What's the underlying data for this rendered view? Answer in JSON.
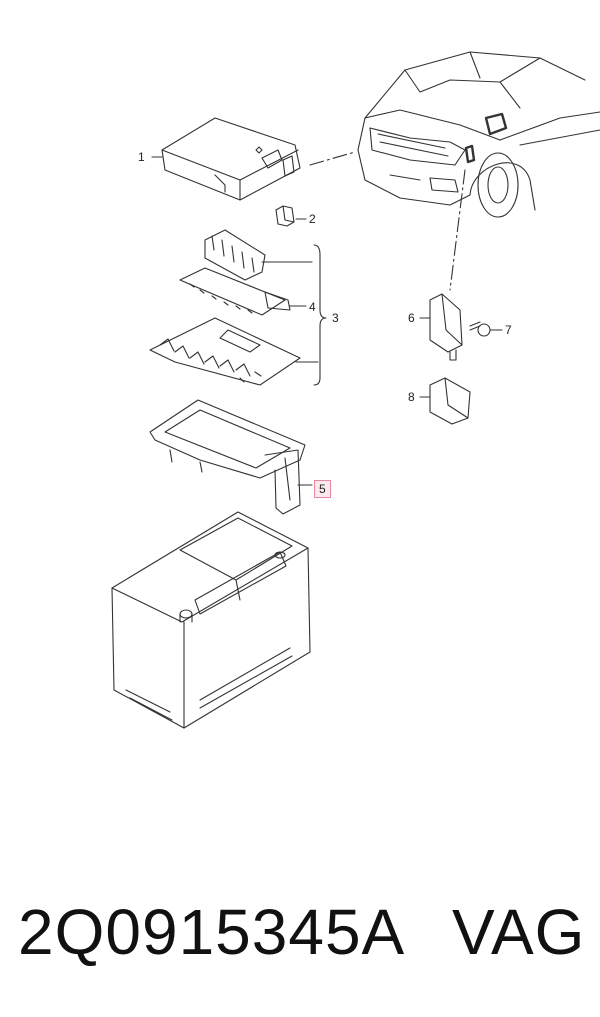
{
  "diagram": {
    "callouts": [
      {
        "id": "1",
        "label": "1"
      },
      {
        "id": "2",
        "label": "2"
      },
      {
        "id": "3",
        "label": "3"
      },
      {
        "id": "4",
        "label": "4"
      },
      {
        "id": "5",
        "label": "5",
        "highlighted": true
      },
      {
        "id": "6",
        "label": "6"
      },
      {
        "id": "7",
        "label": "7"
      },
      {
        "id": "8",
        "label": "8"
      }
    ],
    "colors": {
      "line": "#333333",
      "highlight_border": "#e58aa0",
      "highlight_fill": "#fde8ee"
    }
  },
  "footer": {
    "part_number": "2Q0915345A",
    "brand": "VAG"
  }
}
